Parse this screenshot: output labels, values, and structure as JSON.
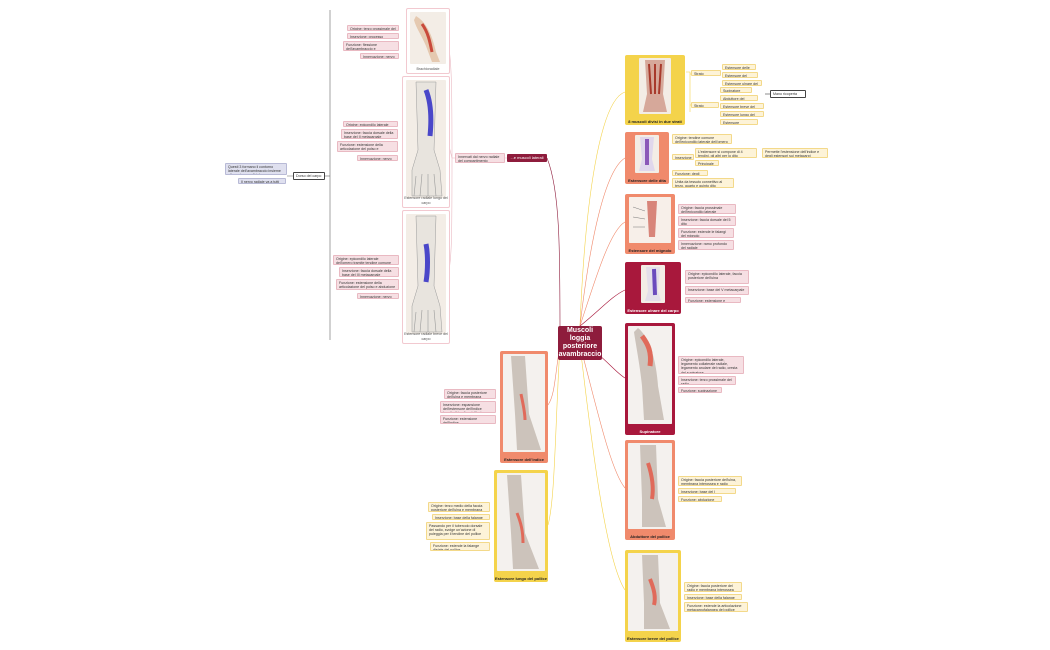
{
  "central": {
    "title": "Muscoli loggia posteriore avambraccio"
  },
  "lateral_group": {
    "label": "...e muscoli laterali",
    "desc": "Innervati dal nervo radiale del compartimento posteriore",
    "muscles": [
      {
        "caption": "Brachioradiale",
        "notes": [
          "Origine: terzo prossimale del margine laterale",
          "Inserzione: processo stiloideo del radio",
          "Funzione: flessione dell'avambraccio e pronazione/supinazione",
          "Innervazione: nervo radiale"
        ]
      },
      {
        "caption": "Estensore radiale lungo del carpo",
        "notes": [
          "Origine: epicondilo laterale dell'omero",
          "Inserzione: faccia dorsale della base del II metacarpale",
          "Funzione: estensione della articolazione del polso e abduzione della mano",
          "Innervazione: nervo radiale"
        ]
      },
      {
        "caption": "Estensore radiale breve del carpo",
        "notes": [
          "Origine: epicondilo laterale dell'omero tramite tendine comune degli estensori",
          "Inserzione: faccia dorsale della base del III metacarpale",
          "Funzione: estensione della articolazione del polso e abduzione della mano",
          "Innervazione: nervo radiale"
        ]
      }
    ],
    "side_notes": [
      "Dorso del carpo",
      "Questi 3 formano il contorno laterale dell'avambraccio insieme alla parte superficiale",
      "Il nervo radiale va a tutti"
    ]
  },
  "right_branches": [
    {
      "caption": "8 muscoli divisi in due strati",
      "groups": [
        {
          "label": "Strato superficiale",
          "items": [
            "Estensore delle dita",
            "Estensore del mignolo",
            "Estensore ulnare del carpo"
          ]
        },
        {
          "label": "Strato profondo",
          "items": [
            "Supinatore",
            "Abduttore del pollice",
            "Estensore breve del pollice",
            "Estensore lungo del pollice",
            "Estensore dell'indice"
          ]
        }
      ],
      "side": "Mano ricoperta"
    },
    {
      "caption": "Estensore delle dita",
      "notes": [
        "Origine: tendine comune dell'epicondilo laterale dell'omero",
        "Inserzione",
        "Funzione: degli estensori",
        "Unita da tessuto connettivo al terzo, quarto e quinto dito"
      ],
      "sub": [
        "L'estensore si compone di 4 tendini, gli altri per lo dito",
        "Principale",
        "Permette l'estensione dell'indice e degli estensori sui metacarpi"
      ]
    },
    {
      "caption": "Estensore del mignolo",
      "notes": [
        "Origine: faccia prossimale dell'epicondilo laterale",
        "Inserzione: faccia dorsale del 5 dito",
        "Funzione: estende le falangi del mignolo",
        "Innervazione: ramo profondo del radiale"
      ]
    },
    {
      "caption": "Estensore ulnare del carpo",
      "notes": [
        "Origine: epicondilo laterale, faccia posteriore dell'ulna",
        "Inserzione: base del V metacarpale",
        "Funzione: estensione e adduzione del polso"
      ]
    },
    {
      "caption": "Supinatore",
      "notes": [
        "Origine: epicondilo laterale, legamento collaterale radiale, legamento anulare del radio, cresta del supinatore",
        "Inserzione: terzo prossimale del radio",
        "Funzione: supinazione dell'avambraccio"
      ]
    },
    {
      "caption": "Abduttore del pollice",
      "notes": [
        "Origine: faccia posteriore dell'ulna, membrana interossea e radio",
        "Inserzione: base del I metacarpale",
        "Funzione: abduzione del pollice"
      ]
    },
    {
      "caption": "Estensore breve del pollice",
      "notes": [
        "Origine: faccia posteriore del radio e membrana interossea",
        "Inserzione: base della falange prossimale del pollice",
        "Funzione: estende la articolazione metacarpofalangea del pollice"
      ]
    }
  ],
  "left_branches": [
    {
      "caption": "Estensore dell'indice",
      "notes": [
        "Origine: faccia posteriore dell'ulna e membrana interossea",
        "Inserzione: espansione dell'estensore dell'indice tramite il tendine dell'estensore delle dita",
        "Funzione: estensione dell'indice"
      ]
    },
    {
      "caption": "Estensore lungo del pollice",
      "notes": [
        "Origine: terzo medio della faccia posteriore dell'ulna e membrana interossea",
        "Inserzione: base della falange distale del pollice",
        "Passando per il tubercolo dorsale del radio, svolge un'azione di puleggia per il tendine del pollice",
        "Funzione: estende la falange distale del pollice"
      ]
    }
  ],
  "colors": {
    "central": "#8e1c3c",
    "yellow": "#f4d34b",
    "salmon": "#f08a6c",
    "crimson": "#a8183c",
    "pink": "#f2c9d0"
  }
}
